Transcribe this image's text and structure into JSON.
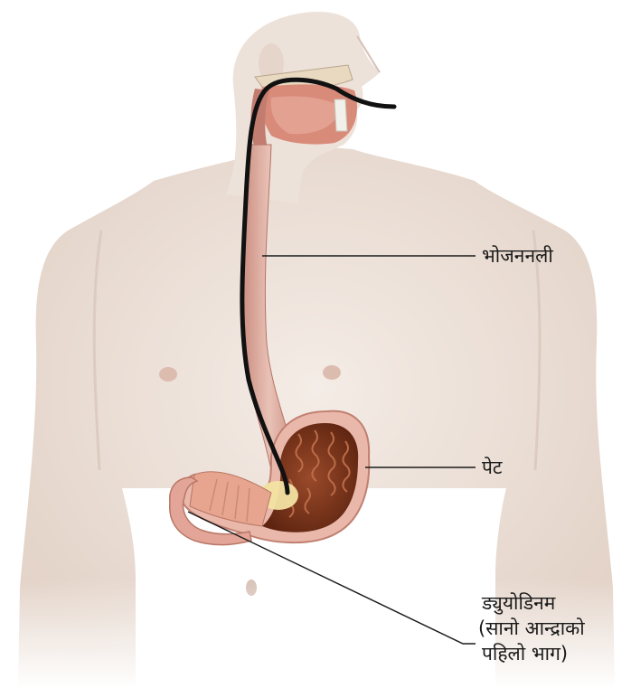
{
  "labels": {
    "esophagus": "भोजननली",
    "stomach": "पेट",
    "duodenum_line1": "ड्युयोडिनम",
    "duodenum_line2": "(सानो आन्द्राको",
    "duodenum_line3": "पहिलो भाग)"
  }
}
